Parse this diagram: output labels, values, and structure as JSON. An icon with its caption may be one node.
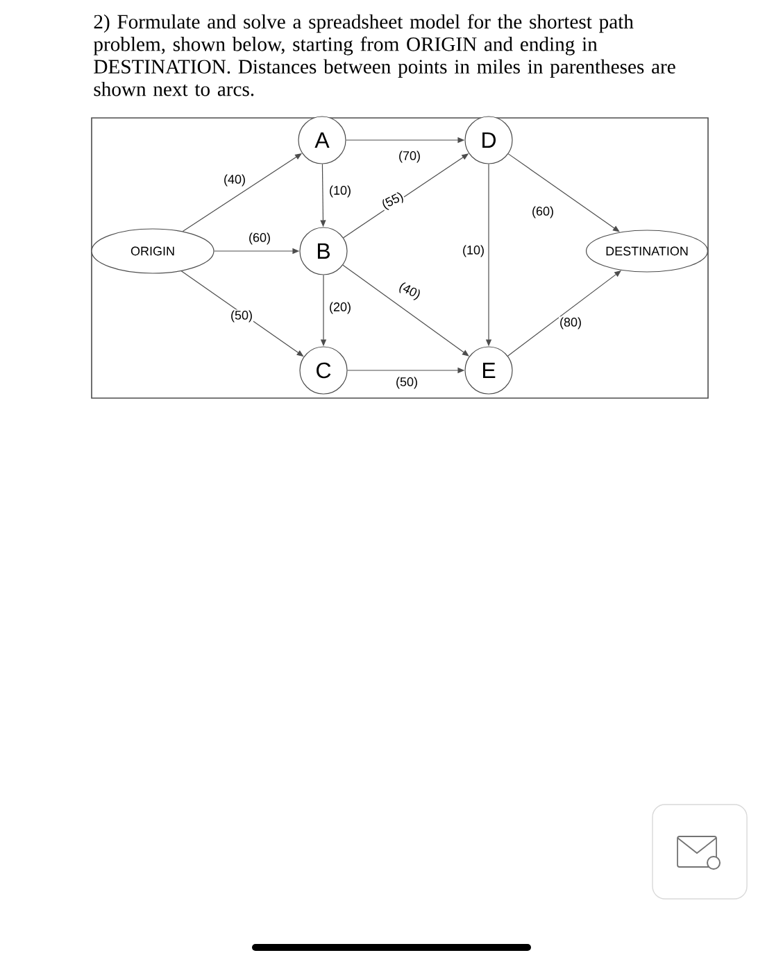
{
  "diagram": {
    "title": "2) Formulate and solve a spreadsheet model for the shortest path problem, shown below, starting from ORIGIN and ending in DESTINATION. Distances between points in miles in parentheses are shown next to arcs.",
    "nodes": [
      {
        "text": [
          "ORIGIN"
        ]
      },
      {
        "text": [
          "A"
        ]
      },
      {
        "text": [
          "B"
        ]
      },
      {
        "text": [
          "C"
        ]
      },
      {
        "text": [
          "D"
        ]
      },
      {
        "text": [
          "E"
        ]
      },
      {
        "text": [
          "DESTINATION"
        ]
      }
    ],
    "edges": [
      {
        "from": 0,
        "to": 1,
        "arrow": "to",
        "label": "(40)"
      },
      {
        "from": 0,
        "to": 2,
        "arrow": "to",
        "label": "(60)"
      },
      {
        "from": 0,
        "to": 3,
        "arrow": "to",
        "label": "(50)"
      },
      {
        "from": 1,
        "to": 2,
        "arrow": "to",
        "label": "(10)"
      },
      {
        "from": 1,
        "to": 4,
        "arrow": "to",
        "label": "(70)"
      },
      {
        "from": 2,
        "to": 4,
        "arrow": "to",
        "label": "(55)"
      },
      {
        "from": 2,
        "to": 5,
        "arrow": "to",
        "label": "(40)"
      },
      {
        "from": 2,
        "to": 3,
        "arrow": "to",
        "label": "(20)"
      },
      {
        "from": 3,
        "to": 5,
        "arrow": "to",
        "label": "(50)"
      },
      {
        "from": 4,
        "to": 5,
        "arrow": "to",
        "label": "(10)"
      },
      {
        "from": 4,
        "to": 6,
        "arrow": "to",
        "label": "(60)"
      },
      {
        "from": 5,
        "to": 6,
        "arrow": "to",
        "label": "(80)"
      }
    ]
  }
}
